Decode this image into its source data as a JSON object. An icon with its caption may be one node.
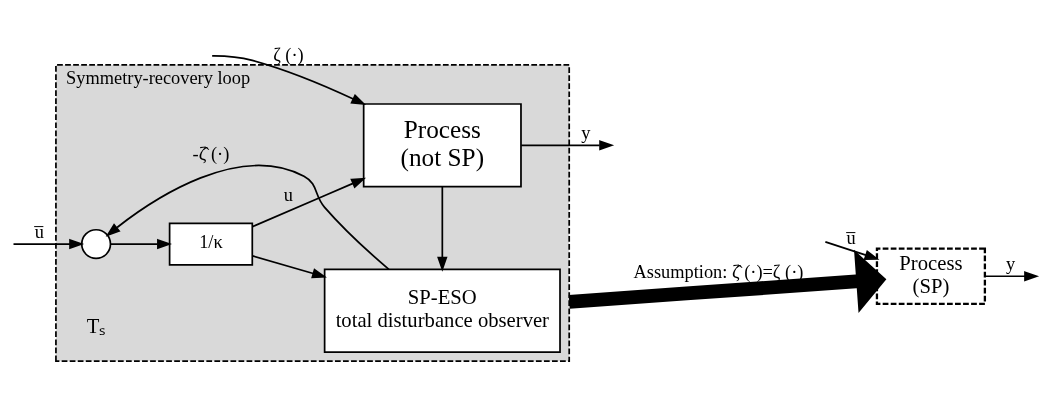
{
  "diagram": {
    "nodes": [
      {
        "text": [
          "Symmetry-recovery loop"
        ]
      },
      {
        "text": [],
        "shape": "circle",
        "in": 0
      },
      {
        "text": [
          "1/κ"
        ],
        "in": 0
      },
      {
        "text": [
          "Process",
          "(not SP)"
        ],
        "in": 0
      },
      {
        "text": [
          "SP-ESO",
          "total disturbance observer"
        ],
        "in": 0
      },
      {
        "text": [
          "Process",
          "(SP)"
        ]
      }
    ],
    "edges": [
      {
        "from": null,
        "to": 1,
        "arrow": "to",
        "label": "u̅"
      },
      {
        "from": 1,
        "to": 2,
        "arrow": "to"
      },
      {
        "from": 2,
        "to": 3,
        "arrow": "to",
        "label": "u"
      },
      {
        "from": 2,
        "to": 4,
        "arrow": "to"
      },
      {
        "from": null,
        "to": 3,
        "arrow": "to",
        "label": "ζ (·)"
      },
      {
        "from": 3,
        "to": null,
        "arrow": "to",
        "label": "y"
      },
      {
        "from": 3,
        "to": 4,
        "arrow": "to"
      },
      {
        "from": 4,
        "to": 1,
        "arrow": "to",
        "label": "-ζ̂ (·)"
      },
      {
        "from": 0,
        "to": 5,
        "arrow": "to",
        "style": "thick",
        "label": "Assumption: ζ̂ (·)=ζ (·)"
      },
      {
        "from": null,
        "to": 5,
        "arrow": "to",
        "label": "u̅"
      },
      {
        "from": 5,
        "to": null,
        "arrow": "to",
        "label": "y"
      }
    ],
    "labels": [
      "Tₛ"
    ]
  }
}
